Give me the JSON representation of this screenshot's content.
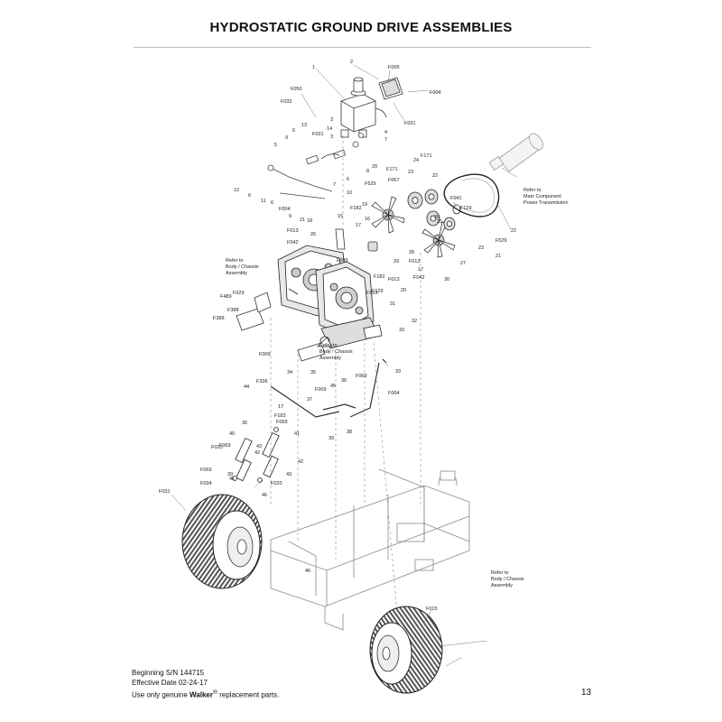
{
  "title": "HYDROSTATIC GROUND DRIVE ASSEMBLIES",
  "footer": {
    "serial": "Beginning S/N 144715",
    "effective_date": "Effective Date 02-24-17",
    "genuine_prefix": "Use only genuine ",
    "brand": "Walker",
    "registered": "®",
    "genuine_suffix": " replacement parts."
  },
  "page_number": "13",
  "notes": {
    "main_component": [
      "Refer to",
      "Main Component",
      "Power Transmission"
    ],
    "body_chassis_left": [
      "Refer to",
      "Body / Chassis",
      "Assembly"
    ],
    "body_chassis_mid": [
      "Refer to",
      "Body / Chassis",
      "Assembly"
    ],
    "body_chassis_right": [
      "Refer to",
      "Body / Chassis",
      "Assembly"
    ]
  },
  "callouts": [
    "1",
    "2",
    "F005",
    "F004",
    "F050",
    "F032",
    "F031",
    "3",
    "14",
    "3",
    "4",
    "13",
    "F031",
    "7",
    "6",
    "9",
    "5",
    "8",
    "12",
    "6",
    "11",
    "6",
    "F004",
    "7",
    "6",
    "10",
    "9",
    "21",
    "20",
    "F529",
    "F171",
    "23",
    "24",
    "F171",
    "22",
    "F067",
    "F041",
    "F129",
    "19",
    "16",
    "18",
    "17",
    "F182",
    "15",
    "F013",
    "F042",
    "26",
    "26",
    "25",
    "22",
    "23",
    "F529",
    "21",
    "27",
    "28",
    "F013",
    "F009",
    "29",
    "17",
    "F042",
    "F182",
    "F129",
    "20",
    "F013",
    "30",
    "F533",
    "31",
    "32",
    "33",
    "F489",
    "F029",
    "F388",
    "F388",
    "F009",
    "34",
    "35",
    "33",
    "F004",
    "F069",
    "36",
    "45",
    "F009",
    "44",
    "F336",
    "17",
    "37",
    "F069",
    "38",
    "F183",
    "39",
    "41",
    "36",
    "40",
    "43",
    "42",
    "F020",
    "F069",
    "F069",
    "39",
    "41",
    "42",
    "43",
    "F020",
    "46",
    "F034",
    "F031",
    "46",
    "F015"
  ],
  "colors": {
    "line": "#4a4a4a",
    "tire": "#333333",
    "frame": "#7a7a7a",
    "text": "#111111"
  }
}
